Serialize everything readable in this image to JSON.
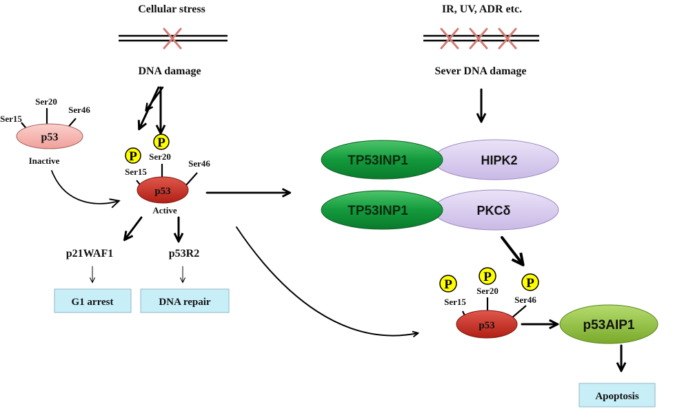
{
  "left": {
    "stress_label": "Cellular stress",
    "damage_label": "DNA damage",
    "inactive_p53": {
      "name": "p53",
      "state": "Inactive",
      "sites": [
        "Ser15",
        "Ser20",
        "Ser46"
      ]
    },
    "active_p53": {
      "name": "p53",
      "state": "Active",
      "sites": [
        "Ser15",
        "Ser20",
        "Ser46"
      ]
    },
    "phospho_symbol": "P",
    "targets": [
      {
        "gene": "p21WAF1",
        "outcome": "G1 arrest"
      },
      {
        "gene": "p53R2",
        "outcome": "DNA repair"
      }
    ]
  },
  "right": {
    "stress_label": "IR, UV, ADR etc.",
    "damage_label": "Sever DNA damage",
    "complexes": [
      {
        "partner": "TP53INP1",
        "kinase": "HIPK2"
      },
      {
        "partner": "TP53INP1",
        "kinase": "PKCδ"
      }
    ],
    "p53": {
      "name": "p53",
      "sites": [
        "Ser15",
        "Ser20",
        "Ser46"
      ]
    },
    "phospho_symbol": "P",
    "target": "p53AIP1",
    "outcome": "Apoptosis"
  },
  "colors": {
    "tp53inp1_fill": "#139a3c",
    "kinase_fill": "#d9ccef",
    "p53_active_fill": "#cc2a1e",
    "p53_inactive_fill": "#f4aaa4",
    "p53aip1_fill": "#8cbb38",
    "phospho_fill": "#ffff00",
    "box_fill": "#c8eef8",
    "dna_cross": "#d27c73"
  }
}
